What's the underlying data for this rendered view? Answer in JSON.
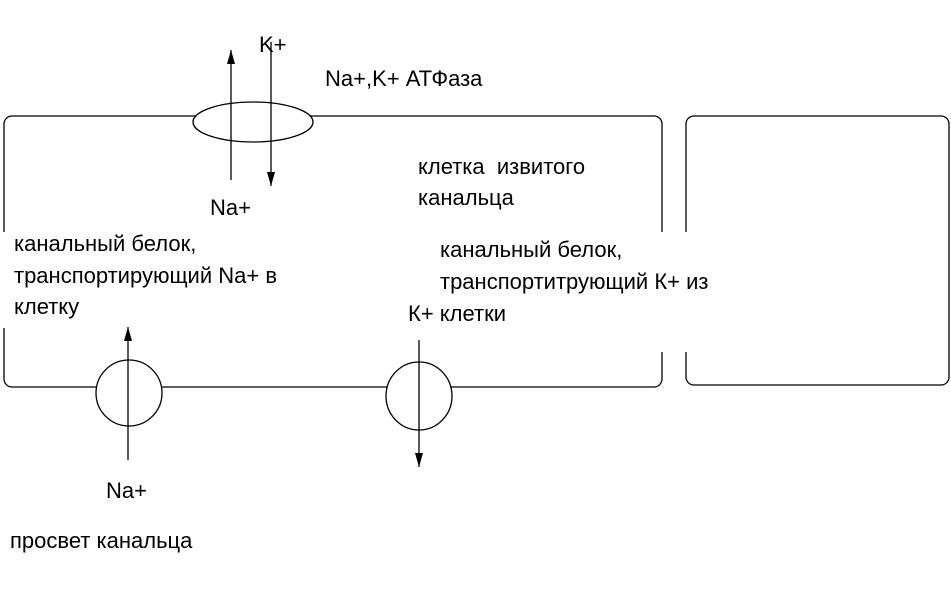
{
  "labels": {
    "k_top": "K+",
    "atpase": "Na+,K+ АТФаза",
    "na_top": "Na+",
    "cell_line1": "клетка  извитого",
    "cell_line2": "канальца",
    "na_channel_line1": "канальный белок,",
    "na_channel_line2": "транспортирующий Na+ в",
    "na_channel_line3": "клетку",
    "k_channel_line1": "канальный белок,",
    "k_channel_line2": "транспортитрующий К+ из",
    "k_channel_line3": "К+ клетки",
    "na_bottom": "Na+",
    "lumen": "просвет канальца"
  }
}
